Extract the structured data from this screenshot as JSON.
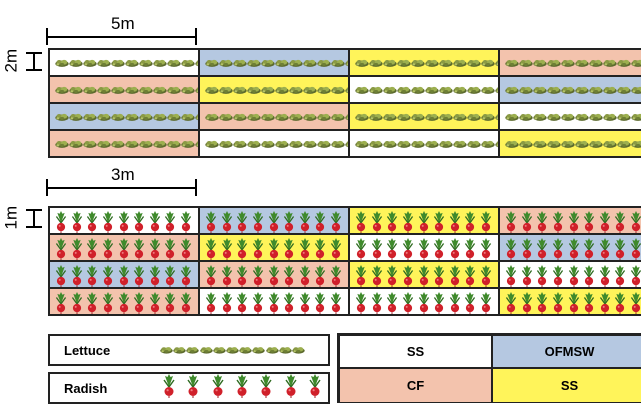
{
  "scales": {
    "lettuce_width": "5m",
    "lettuce_height": "2m",
    "radish_width": "3m",
    "radish_height": "1m"
  },
  "colors": {
    "SS": "#ffffff",
    "OFMSW": "#b5c8e1",
    "CF": "#f3c3ad",
    "SS2": "#fff45a",
    "line": "#222222"
  },
  "lettuce_grid": [
    [
      "SS",
      "OFMSW",
      "SS2",
      "CF"
    ],
    [
      "CF",
      "SS2",
      "SS",
      "OFMSW"
    ],
    [
      "OFMSW",
      "CF",
      "SS2",
      "SS"
    ],
    [
      "CF",
      "SS",
      "SS",
      "SS2"
    ]
  ],
  "radish_grid": [
    [
      "SS",
      "OFMSW",
      "SS2",
      "CF"
    ],
    [
      "CF",
      "SS2",
      "SS",
      "OFMSW"
    ],
    [
      "OFMSW",
      "CF",
      "SS2",
      "SS"
    ],
    [
      "CF",
      "SS",
      "SS",
      "SS2"
    ]
  ],
  "legend_crops": [
    {
      "label": "Lettuce",
      "icon": "lettuce-icon"
    },
    {
      "label": "Radish",
      "icon": "radish-icon"
    }
  ],
  "legend_treatments": [
    {
      "label": "SS",
      "key": "SS"
    },
    {
      "label": "OFMSW",
      "key": "OFMSW"
    },
    {
      "label": "CF",
      "key": "CF"
    },
    {
      "label": "SS",
      "key": "SS2"
    }
  ]
}
